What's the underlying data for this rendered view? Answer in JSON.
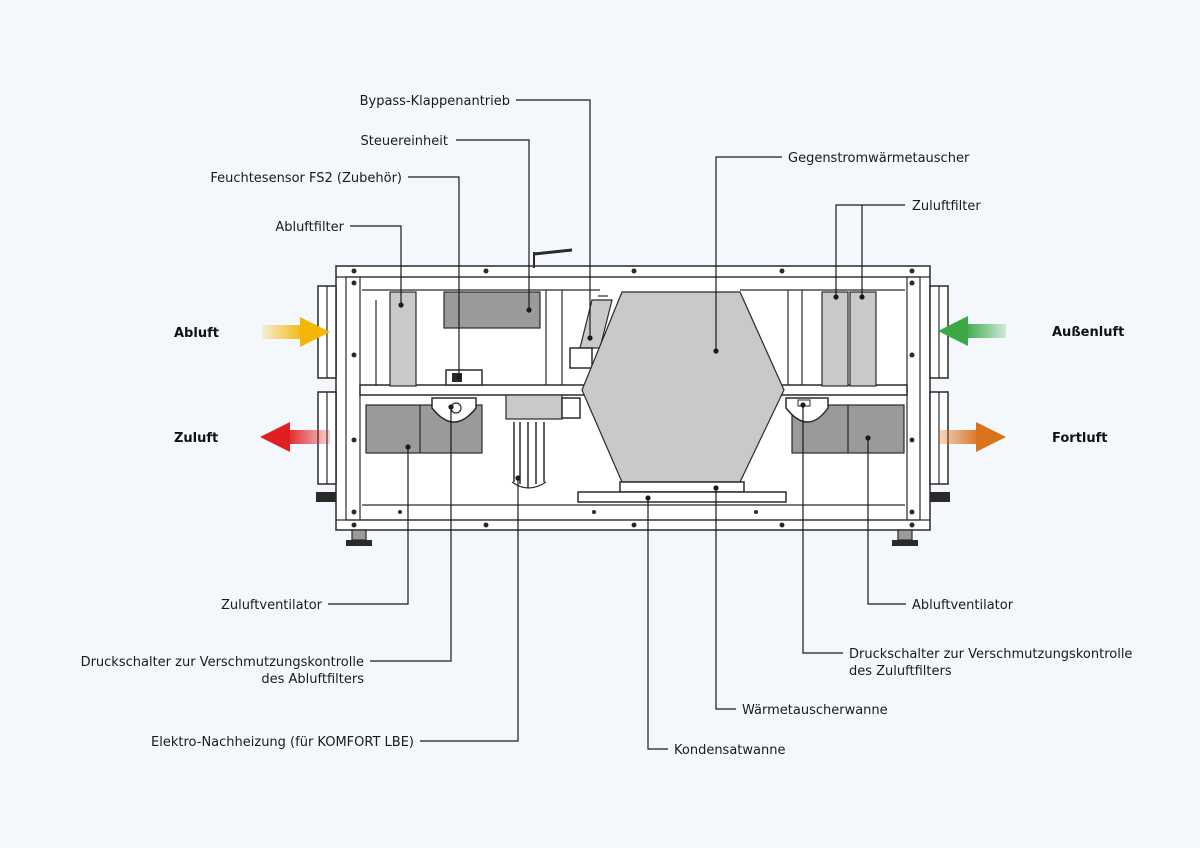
{
  "flows": {
    "abluft": "Abluft",
    "zuluft": "Zuluft",
    "aussenluft": "Außenluft",
    "fortluft": "Fortluft"
  },
  "labels": {
    "bypass": "Bypass-Klappenantrieb",
    "steuereinheit": "Steuereinheit",
    "feuchtesensor": "Feuchtesensor FS2 (Zubehör)",
    "abluftfilter": "Abluftfilter",
    "gegenstrom": "Gegenstromwärmetauscher",
    "zuluftfilter": "Zuluftfilter",
    "zuluftventilator": "Zuluftventilator",
    "druck_abluft_1": "Druckschalter zur Verschmutzungskontrolle",
    "druck_abluft_2": "des Abluftfilters",
    "elektro": "Elektro-Nachheizung (für KOMFORT LBE)",
    "abluftventilator": "Abluftventilator",
    "druck_zuluft_1": "Druckschalter zur Verschmutzungskontrolle",
    "druck_zuluft_2": "des Zuluftfilters",
    "waermetauscherwanne": "Wärmetauscherwanne",
    "kondensatwanne": "Kondensatwanne"
  },
  "colors": {
    "abluft": "#f2b705",
    "zuluft": "#e02020",
    "aussenluft": "#3aa845",
    "fortluft": "#d9731c",
    "background": "#f4f8fd"
  }
}
